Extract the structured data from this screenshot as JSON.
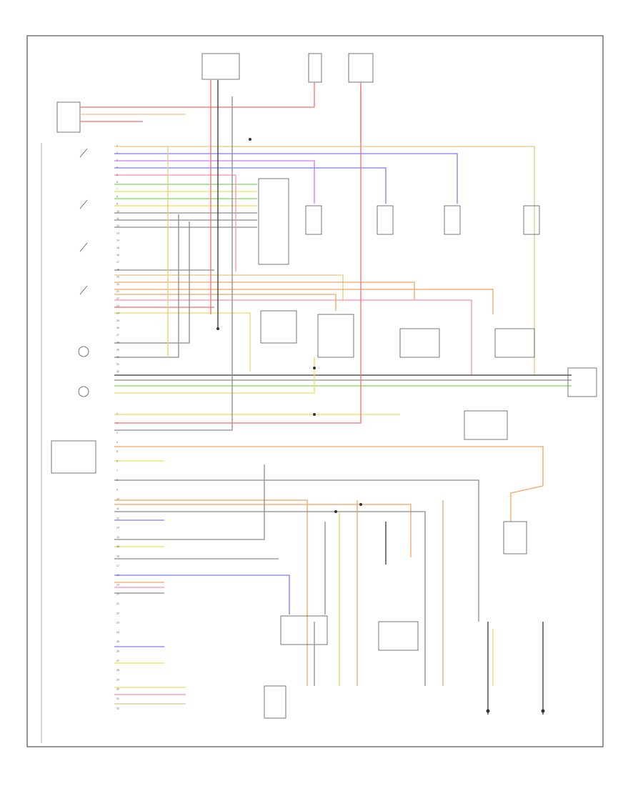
{
  "colors": {
    "frame": "#555555",
    "black": "#333333",
    "grey": "#8a8a8a",
    "red": "#ff6b6b",
    "pink": "#ff8fb0",
    "orange": "#f5a35c",
    "yellow": "#eedd55",
    "green": "#77dd55",
    "blue": "#7a7aff",
    "violet": "#cc77ff",
    "tan": "#e8c880"
  },
  "left_pins": [
    "1",
    "2",
    "3",
    "4",
    "5",
    "6",
    "7",
    "8",
    "9",
    "10",
    "11",
    "12",
    "13",
    "14",
    "15",
    "16",
    "17",
    "18",
    "19",
    "20",
    "21",
    "22",
    "23",
    "24",
    "25",
    "26",
    "27",
    "28",
    "29",
    "30",
    "31",
    "32"
  ],
  "bottom_pins": [
    "1",
    "2",
    "3",
    "4",
    "5",
    "6",
    "7",
    "8",
    "9",
    "10",
    "11",
    "12",
    "13",
    "14",
    "15",
    "16",
    "17",
    "18",
    "19",
    "20",
    "21",
    "22",
    "23",
    "24",
    "25",
    "26",
    "27",
    "28",
    "29",
    "30",
    "31",
    "32"
  ]
}
